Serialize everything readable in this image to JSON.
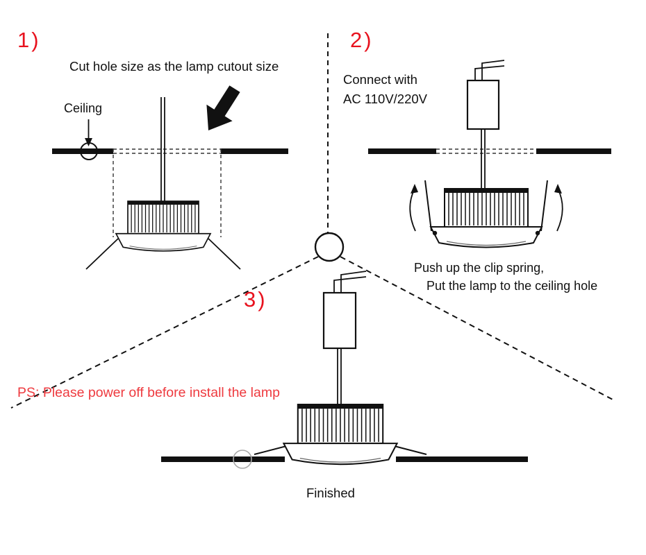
{
  "colors": {
    "accent-red": "#e8121e",
    "warning-red": "#ee3a3f",
    "ink": "#111111"
  },
  "step1": {
    "number": "1)",
    "caption": "Cut hole size as the lamp cutout size",
    "ceiling_label": "Ceiling"
  },
  "step2": {
    "number": "2)",
    "caption_line1": "Connect with",
    "caption_line2": "AC 110V/220V",
    "instruction_line1": "Push up the clip spring,",
    "instruction_line2": "Put the lamp to the ceiling hole"
  },
  "step3": {
    "number": "3)",
    "warning": "PS: Please power off before install the lamp",
    "finished": "Finished"
  }
}
